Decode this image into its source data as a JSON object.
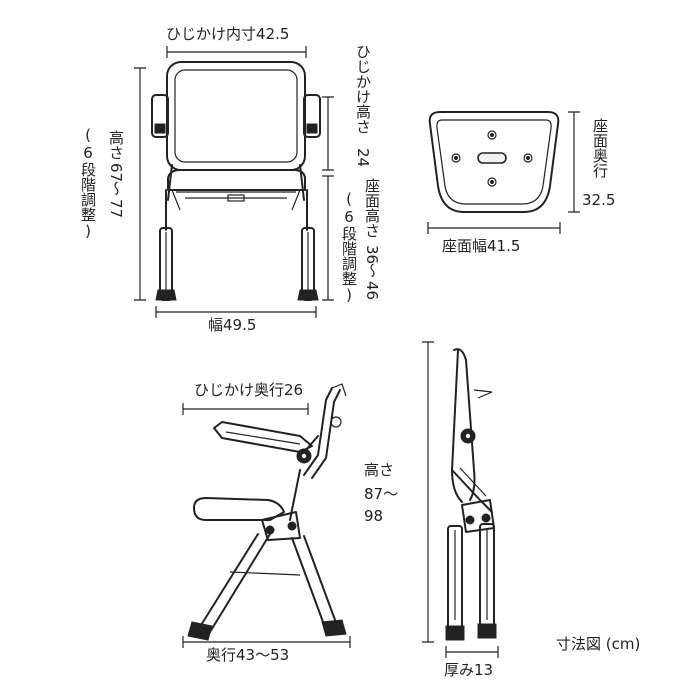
{
  "front_view": {
    "armrest_inner_width": "ひじかけ内寸42.5",
    "armrest_height_label": "ひじかけ高さ",
    "armrest_height_value": "24",
    "height_label": "高さ",
    "height_value_1": "67",
    "height_value_2": "〜",
    "height_value_3": "77",
    "height_note": "(6段階調整)",
    "seat_height_label": "座面高さ",
    "seat_height_value_1": "36",
    "seat_height_value_2": "〜",
    "seat_height_value_3": "46",
    "seat_height_note": "(6段階調整)",
    "width": "幅49.5"
  },
  "seat_top_view": {
    "seat_depth_label": "座面奥行",
    "seat_depth_value": "32.5",
    "seat_width": "座面幅41.5"
  },
  "side_view": {
    "armrest_depth": "ひじかけ奥行26",
    "height_label": "高さ",
    "height_value_1": "87〜",
    "height_value_2": "98",
    "depth": "奥行43〜53"
  },
  "folded_view": {
    "thickness": "厚み13"
  },
  "caption": "寸法図 (cm)"
}
